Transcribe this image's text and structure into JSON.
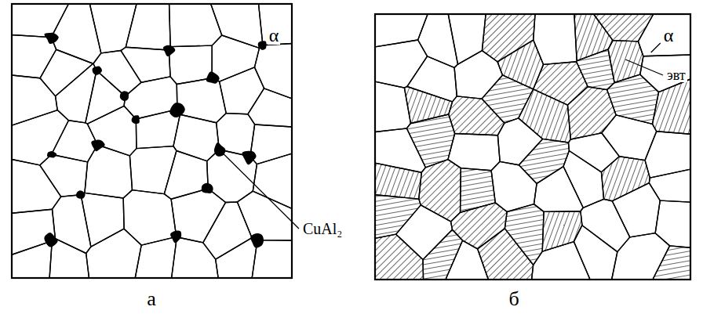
{
  "diagram": {
    "labels": [
      "α",
      "CuAl₂",
      "а",
      "α",
      "эвт",
      "б"
    ]
  }
}
